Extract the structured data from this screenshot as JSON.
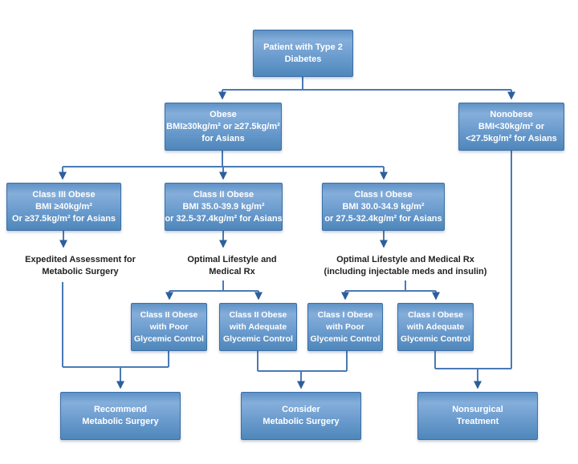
{
  "diagram": {
    "type": "flowchart",
    "topic": "Metabolic surgery decision pathway for patients with Type 2 Diabetes"
  },
  "colors": {
    "box_top": "#5e92c6",
    "box_light": "#85aeda",
    "box_mid": "#6d9dcf",
    "box_bottom": "#4f87bb",
    "box_border": "#3c6ea5",
    "connector": "#4a7ab5",
    "arrowhead": "#2d5f9c",
    "label_text": "#222222"
  },
  "nodes": {
    "patient": {
      "lines": [
        "Patient with Type 2",
        "Diabetes"
      ]
    },
    "obese": {
      "lines": [
        "Obese",
        "BMI≥30kg/m²  or ≥27.5kg/m²",
        "for Asians"
      ]
    },
    "nonobese": {
      "lines": [
        "Nonobese",
        "BMI<30kg/m²  or",
        "<27.5kg/m² for Asians"
      ]
    },
    "class3": {
      "lines": [
        "Class III Obese",
        "BMI ≥40kg/m²",
        "Or ≥37.5kg/m² for Asians"
      ]
    },
    "class2": {
      "lines": [
        "Class II Obese",
        "BMI 35.0-39.9 kg/m²",
        "or 32.5-37.4kg/m² for Asians"
      ]
    },
    "class1": {
      "lines": [
        "Class I Obese",
        "BMI 30.0-34.9 kg/m²",
        "or 27.5-32.4kg/m² for Asians"
      ]
    },
    "class2_poor": {
      "lines": [
        "Class II Obese",
        "with Poor",
        "Glycemic Control"
      ]
    },
    "class2_adequate": {
      "lines": [
        "Class II Obese",
        "with Adequate",
        "Glycemic Control"
      ]
    },
    "class1_poor": {
      "lines": [
        "Class I Obese",
        "with Poor",
        "Glycemic Control"
      ]
    },
    "class1_adequate": {
      "lines": [
        "Class I Obese",
        "with Adequate",
        "Glycemic Control"
      ]
    },
    "recommend": {
      "lines": [
        "Recommend",
        "Metabolic Surgery"
      ]
    },
    "consider": {
      "lines": [
        "Consider",
        "Metabolic Surgery"
      ]
    },
    "nonsurgical": {
      "lines": [
        "Nonsurgical",
        "Treatment"
      ]
    }
  },
  "labels": {
    "expedited": {
      "lines": [
        "Expedited Assessment for",
        "Metabolic Surgery"
      ]
    },
    "lifestyle_class2": {
      "lines": [
        "Optimal Lifestyle and",
        "Medical Rx"
      ]
    },
    "lifestyle_class1": {
      "lines": [
        "Optimal Lifestyle and Medical Rx",
        "(including injectable meds and insulin)"
      ]
    }
  },
  "edges": [
    {
      "from": "patient",
      "to": "obese"
    },
    {
      "from": "patient",
      "to": "nonobese"
    },
    {
      "from": "obese",
      "to": "class3"
    },
    {
      "from": "obese",
      "to": "class2"
    },
    {
      "from": "obese",
      "to": "class1"
    },
    {
      "from": "class3",
      "to": "expedited"
    },
    {
      "from": "class2",
      "to": "lifestyle_class2"
    },
    {
      "from": "class1",
      "to": "lifestyle_class1"
    },
    {
      "from": "lifestyle_class2",
      "to": "class2_poor"
    },
    {
      "from": "lifestyle_class2",
      "to": "class2_adequate"
    },
    {
      "from": "lifestyle_class1",
      "to": "class1_poor"
    },
    {
      "from": "lifestyle_class1",
      "to": "class1_adequate"
    },
    {
      "from": "expedited",
      "to": "recommend"
    },
    {
      "from": "class2_poor",
      "to": "recommend"
    },
    {
      "from": "class2_adequate",
      "to": "consider"
    },
    {
      "from": "class1_poor",
      "to": "consider"
    },
    {
      "from": "class1_adequate",
      "to": "nonsurgical"
    },
    {
      "from": "nonobese",
      "to": "nonsurgical"
    }
  ]
}
